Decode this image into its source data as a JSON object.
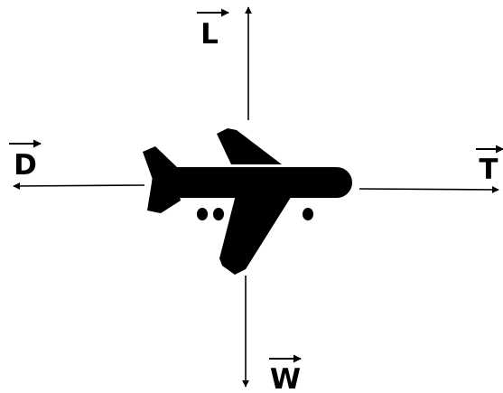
{
  "forces": {
    "lift": {
      "symbol": "L"
    },
    "drag": {
      "symbol": "D"
    },
    "thrust": {
      "symbol": "T"
    },
    "weight": {
      "symbol": "W"
    }
  },
  "colors": {
    "foreground": "#000000",
    "background": "#ffffff"
  },
  "icons": {
    "aircraft": "airplane-icon"
  }
}
